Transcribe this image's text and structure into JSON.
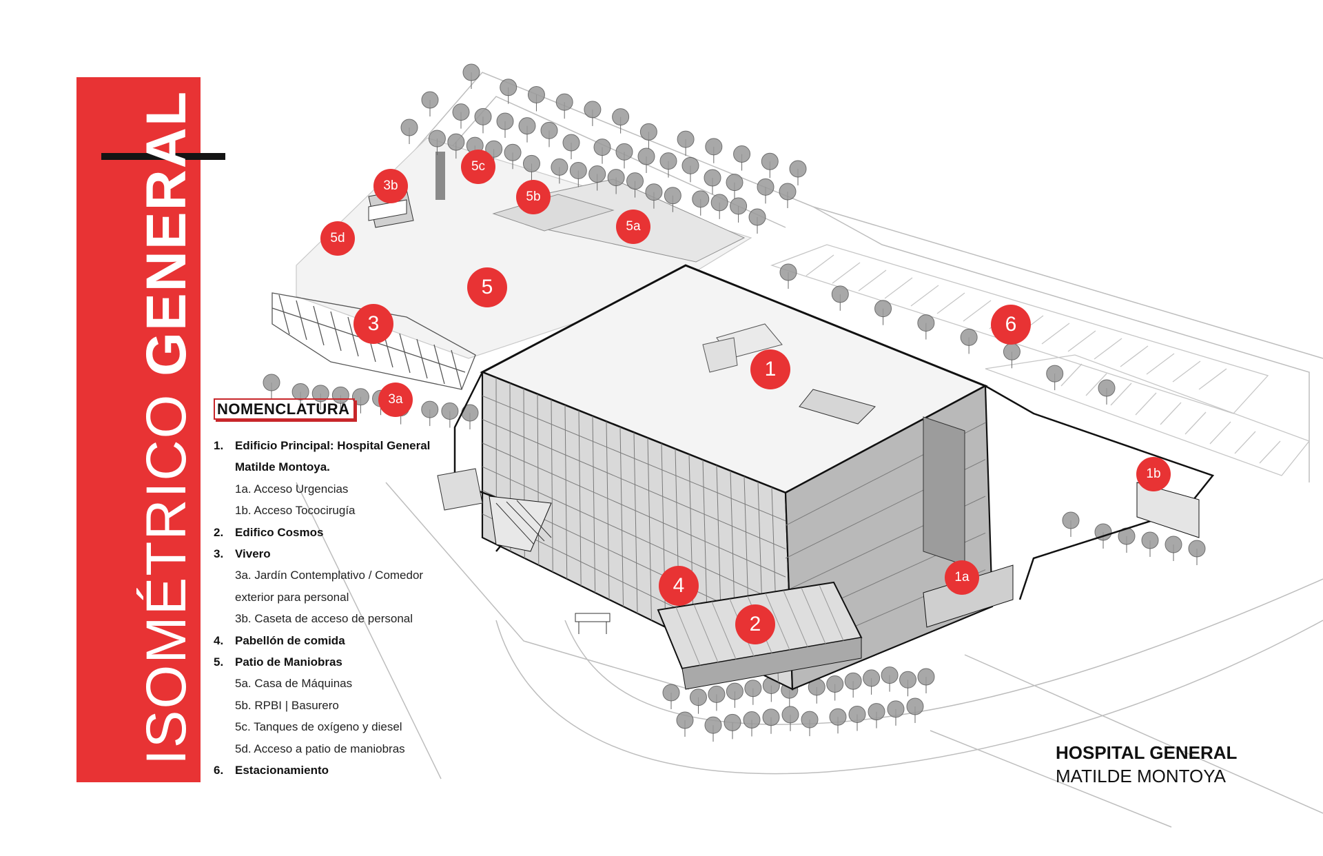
{
  "title": {
    "light": "ISOMÉTRICO",
    "bold": "GENERAL"
  },
  "legend": {
    "heading": "NOMENCLATURA",
    "rows": [
      {
        "kind": "main",
        "num": "1.",
        "text": "Edificio Principal: Hospital General"
      },
      {
        "kind": "cont",
        "num": "",
        "text": "Matilde Montoya."
      },
      {
        "kind": "sub",
        "num": "",
        "text": "1a. Acceso Urgencias"
      },
      {
        "kind": "sub",
        "num": "",
        "text": "1b. Acceso Tococirugía"
      },
      {
        "kind": "main",
        "num": "2.",
        "text": "Edifico Cosmos"
      },
      {
        "kind": "main",
        "num": "3.",
        "text": "Vivero"
      },
      {
        "kind": "sub",
        "num": "",
        "text": "3a. Jardín Contemplativo / Comedor"
      },
      {
        "kind": "subcont",
        "num": "",
        "text": "exterior para personal"
      },
      {
        "kind": "sub",
        "num": "",
        "text": "3b. Caseta de acceso de personal"
      },
      {
        "kind": "main",
        "num": "4.",
        "text": "Pabellón de comida"
      },
      {
        "kind": "main",
        "num": "5.",
        "text": "Patio de Maniobras"
      },
      {
        "kind": "sub",
        "num": "",
        "text": "5a. Casa de Máquinas"
      },
      {
        "kind": "sub",
        "num": "",
        "text": "5b. RPBI | Basurero"
      },
      {
        "kind": "sub",
        "num": "",
        "text": "5c. Tanques de oxígeno y diesel"
      },
      {
        "kind": "sub",
        "num": "",
        "text": "5d. Acceso a patio de maniobras"
      },
      {
        "kind": "main",
        "num": "6.",
        "text": "Estacionamiento"
      }
    ]
  },
  "markers": [
    "1",
    "1a",
    "1b",
    "2",
    "3",
    "3a",
    "3b",
    "4",
    "5",
    "5a",
    "5b",
    "5c",
    "5d",
    "6"
  ],
  "hospital": {
    "line1": "HOSPITAL GENERAL",
    "line2": "MATILDE MONTOYA"
  },
  "colors": {
    "accent": "#e83334",
    "ink": "#141414"
  }
}
